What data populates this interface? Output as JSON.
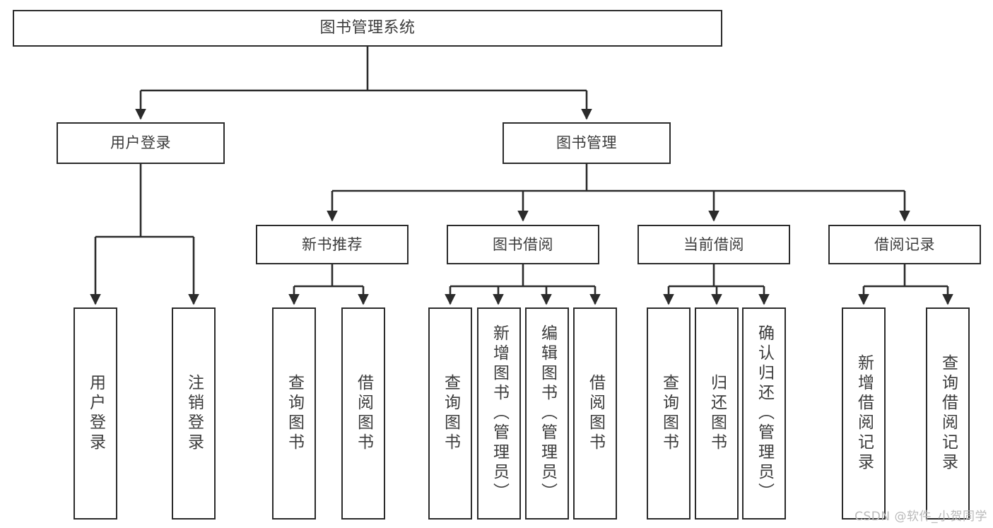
{
  "diagram": {
    "title": "图书管理系统",
    "type": "tree-hierarchy",
    "watermark": "CSDN @软件_小贺同学",
    "stroke_color": "#2b2b2b",
    "text_color": "#3c3c3c",
    "background_color": "#ffffff"
  },
  "nodes": {
    "root": {
      "label": "图书管理系统"
    },
    "level1": [
      {
        "label": "用户登录"
      },
      {
        "label": "图书管理"
      }
    ],
    "level2": [
      {
        "label": "新书推荐"
      },
      {
        "label": "图书借阅"
      },
      {
        "label": "当前借阅"
      },
      {
        "label": "借阅记录"
      }
    ],
    "leaves": {
      "user_login": [
        {
          "label": "用户登录"
        },
        {
          "label": "注销登录"
        }
      ],
      "new_book_recommend": [
        {
          "label": "查询图书"
        },
        {
          "label": "借阅图书"
        }
      ],
      "book_borrow": [
        {
          "label": "查询图书"
        },
        {
          "label": "新增图书（管理员）"
        },
        {
          "label": "编辑图书（管理员）"
        },
        {
          "label": "借阅图书"
        }
      ],
      "current_borrow": [
        {
          "label": "查询图书"
        },
        {
          "label": "归还图书"
        },
        {
          "label": "确认归还（管理员）"
        }
      ],
      "borrow_record": [
        {
          "label": "新增借阅记录"
        },
        {
          "label": "查询借阅记录"
        }
      ]
    }
  }
}
